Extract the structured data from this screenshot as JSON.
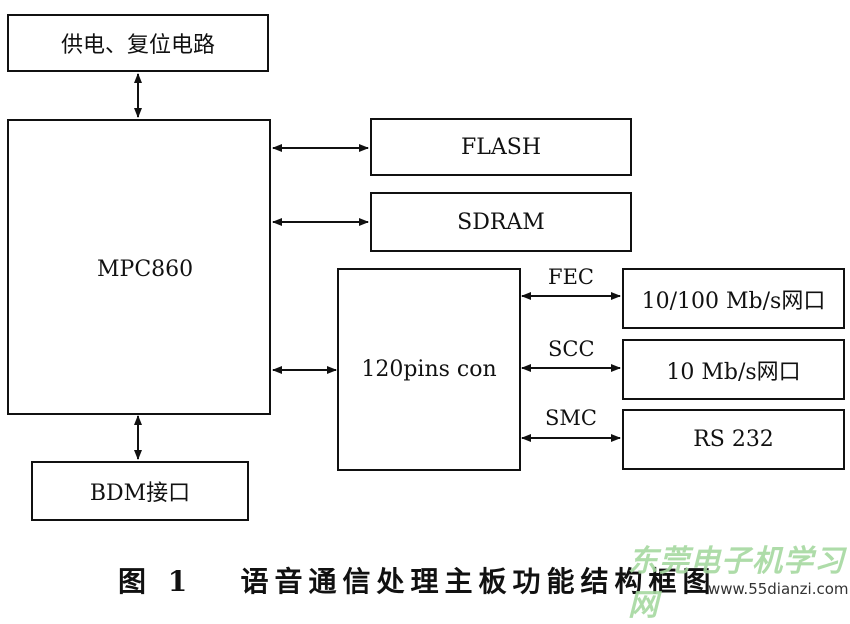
{
  "blocks": {
    "power_reset": "供电、复位电路",
    "mpc860": "MPC860",
    "flash": "FLASH",
    "sdram": "SDRAM",
    "connector": "120pins con",
    "eth_100": "10/100 Mb/s网口",
    "eth_10": "10 Mb/s网口",
    "rs232": "RS 232",
    "bdm": "BDM接口"
  },
  "links": {
    "fec": "FEC",
    "scc": "SCC",
    "smc": "SMC"
  },
  "caption": "图 1   语音通信处理主板功能结构框图",
  "watermark": {
    "site_name": "东莞电子机学习网",
    "url": "www.55dianzi.com"
  }
}
